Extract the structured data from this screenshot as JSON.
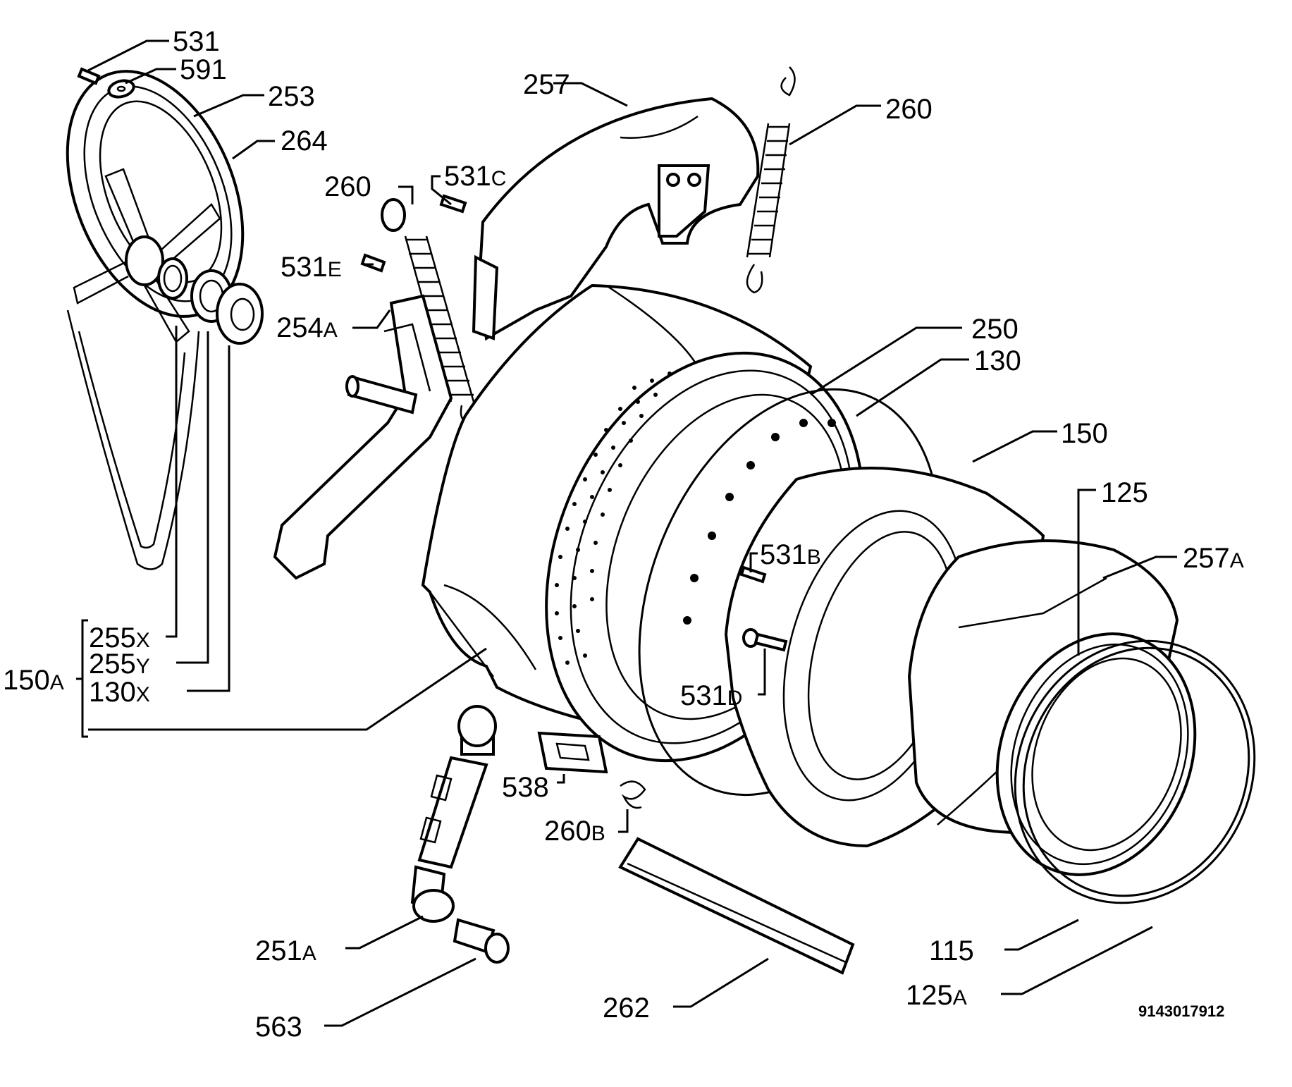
{
  "diagram_code": "9143017912",
  "labels": {
    "p531": "531",
    "p591": "591",
    "p253": "253",
    "p264": "264",
    "p257": "257",
    "p260_top": "260",
    "p260_mid": "260",
    "p531c_num": "531",
    "p531c_suf": "C",
    "p531e_num": "531",
    "p531e_suf": "E",
    "p254a_num": "254",
    "p254a_suf": "A",
    "p250": "250",
    "p130": "130",
    "p150": "150",
    "p125": "125",
    "p257a_num": "257",
    "p257a_suf": "A",
    "p531b_num": "531",
    "p531b_suf": "B",
    "p531d_num": "531",
    "p531d_suf": "D",
    "p255x_num": "255",
    "p255x_suf": "X",
    "p255y_num": "255",
    "p255y_suf": "Y",
    "p130x_num": "130",
    "p130x_suf": "X",
    "p150a_num": "150",
    "p150a_suf": "A",
    "p538": "538",
    "p260b_num": "260",
    "p260b_suf": "B",
    "p251a_num": "251",
    "p251a_suf": "A",
    "p563": "563",
    "p262": "262",
    "p115": "115",
    "p125a_num": "125",
    "p125a_suf": "A"
  }
}
